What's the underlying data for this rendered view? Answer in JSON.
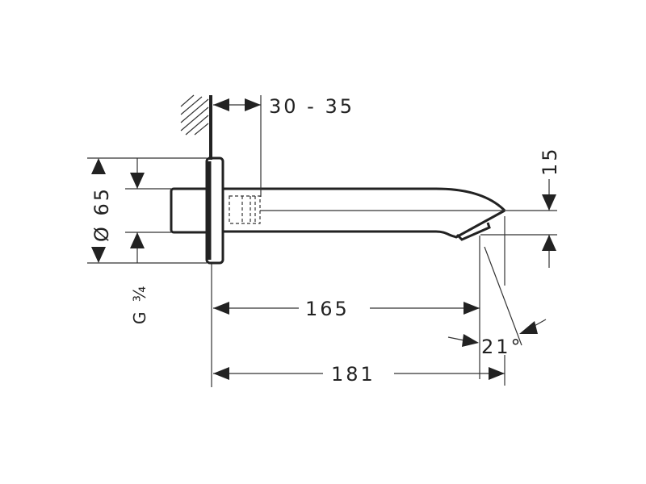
{
  "title": "Bath spout dimension drawing",
  "dimensions": {
    "wall_projection": "30 - 35",
    "flange_diameter": "Ø 65",
    "thread": "G ¾",
    "outlet_height": "15",
    "spout_reach_outlet": "165",
    "spout_reach_total": "181",
    "outlet_angle": "21°"
  },
  "colors": {
    "line": "#222222",
    "background": "#ffffff"
  }
}
